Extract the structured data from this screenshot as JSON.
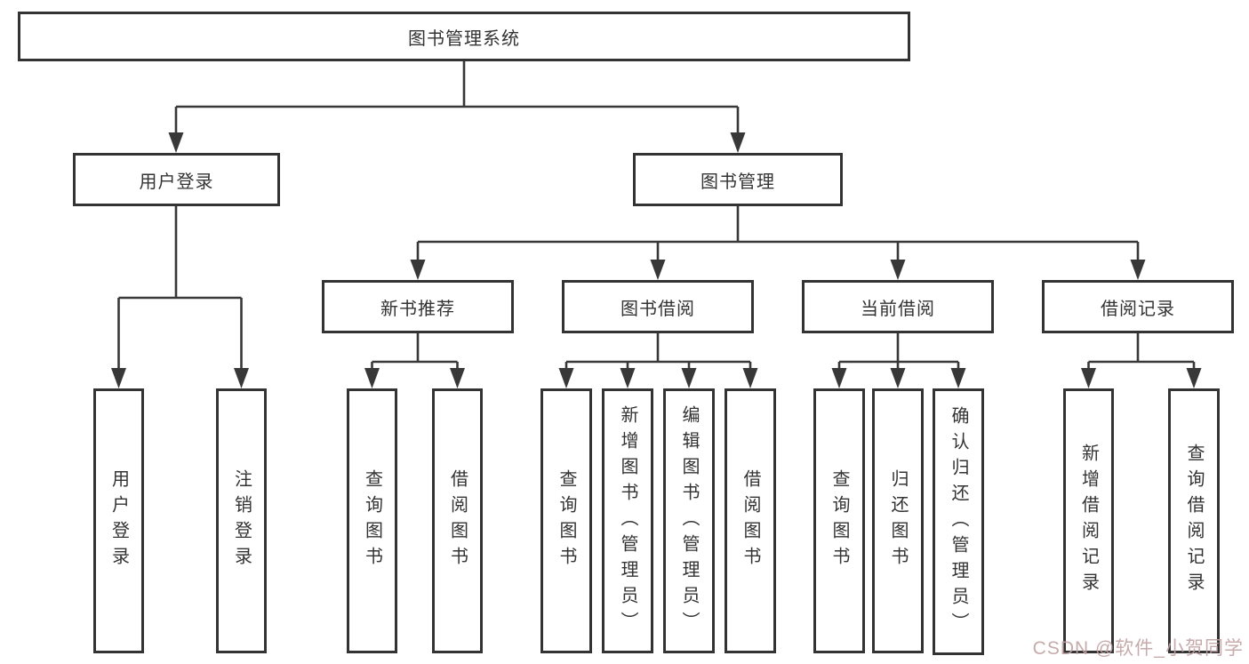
{
  "diagram_title": "图书管理系统",
  "tree": {
    "root": {
      "label": "图书管理系统",
      "children": [
        {
          "label": "用户登录",
          "children": [
            {
              "label": "用户登录"
            },
            {
              "label": "注销登录"
            }
          ]
        },
        {
          "label": "图书管理",
          "children": [
            {
              "label": "新书推荐",
              "children": [
                {
                  "label": "查询图书"
                },
                {
                  "label": "借阅图书"
                }
              ]
            },
            {
              "label": "图书借阅",
              "children": [
                {
                  "label": "查询图书"
                },
                {
                  "label": "新增图书（管理员）"
                },
                {
                  "label": "编辑图书（管理员）"
                },
                {
                  "label": "借阅图书"
                }
              ]
            },
            {
              "label": "当前借阅",
              "children": [
                {
                  "label": "查询图书"
                },
                {
                  "label": "归还图书"
                },
                {
                  "label": "确认归还（管理员）"
                }
              ]
            },
            {
              "label": "借阅记录",
              "children": [
                {
                  "label": "新增借阅记录"
                },
                {
                  "label": "查询借阅记录"
                }
              ]
            }
          ]
        }
      ]
    }
  },
  "watermark": {
    "text": "CSDN @软件_小贺同学"
  },
  "colors": {
    "line": "#383838",
    "box_border": "#333333",
    "text": "#333333",
    "background": "#ffffff",
    "watermark": "#c1a2a2"
  }
}
